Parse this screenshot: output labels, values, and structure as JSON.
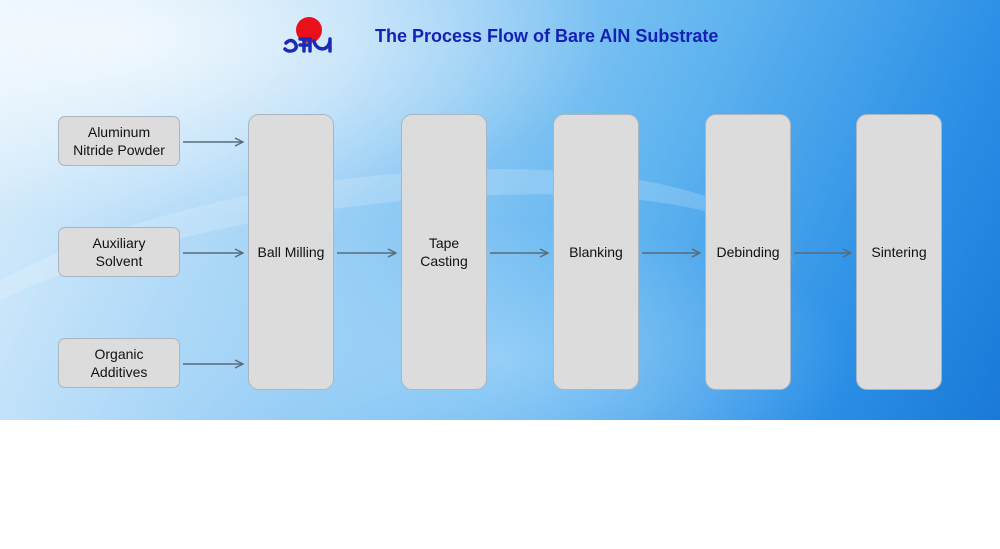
{
  "header": {
    "title": "The Process Flow of Bare AlN Substrate",
    "logo_colors": {
      "sun": "#e8101a",
      "glyph": "#1a2bb5"
    }
  },
  "inputs": [
    {
      "label": "Aluminum\nNitride Powder"
    },
    {
      "label": "Auxiliary\nSolvent"
    },
    {
      "label": "Organic\nAdditives"
    }
  ],
  "steps": [
    {
      "label": "Ball Milling"
    },
    {
      "label": "Tape\nCasting"
    },
    {
      "label": "Blanking"
    },
    {
      "label": "Debinding"
    },
    {
      "label": "Sintering"
    }
  ],
  "colors": {
    "title": "#1620b4",
    "box_fill": "#dcdcdc",
    "arrow": "#5a6a78"
  }
}
